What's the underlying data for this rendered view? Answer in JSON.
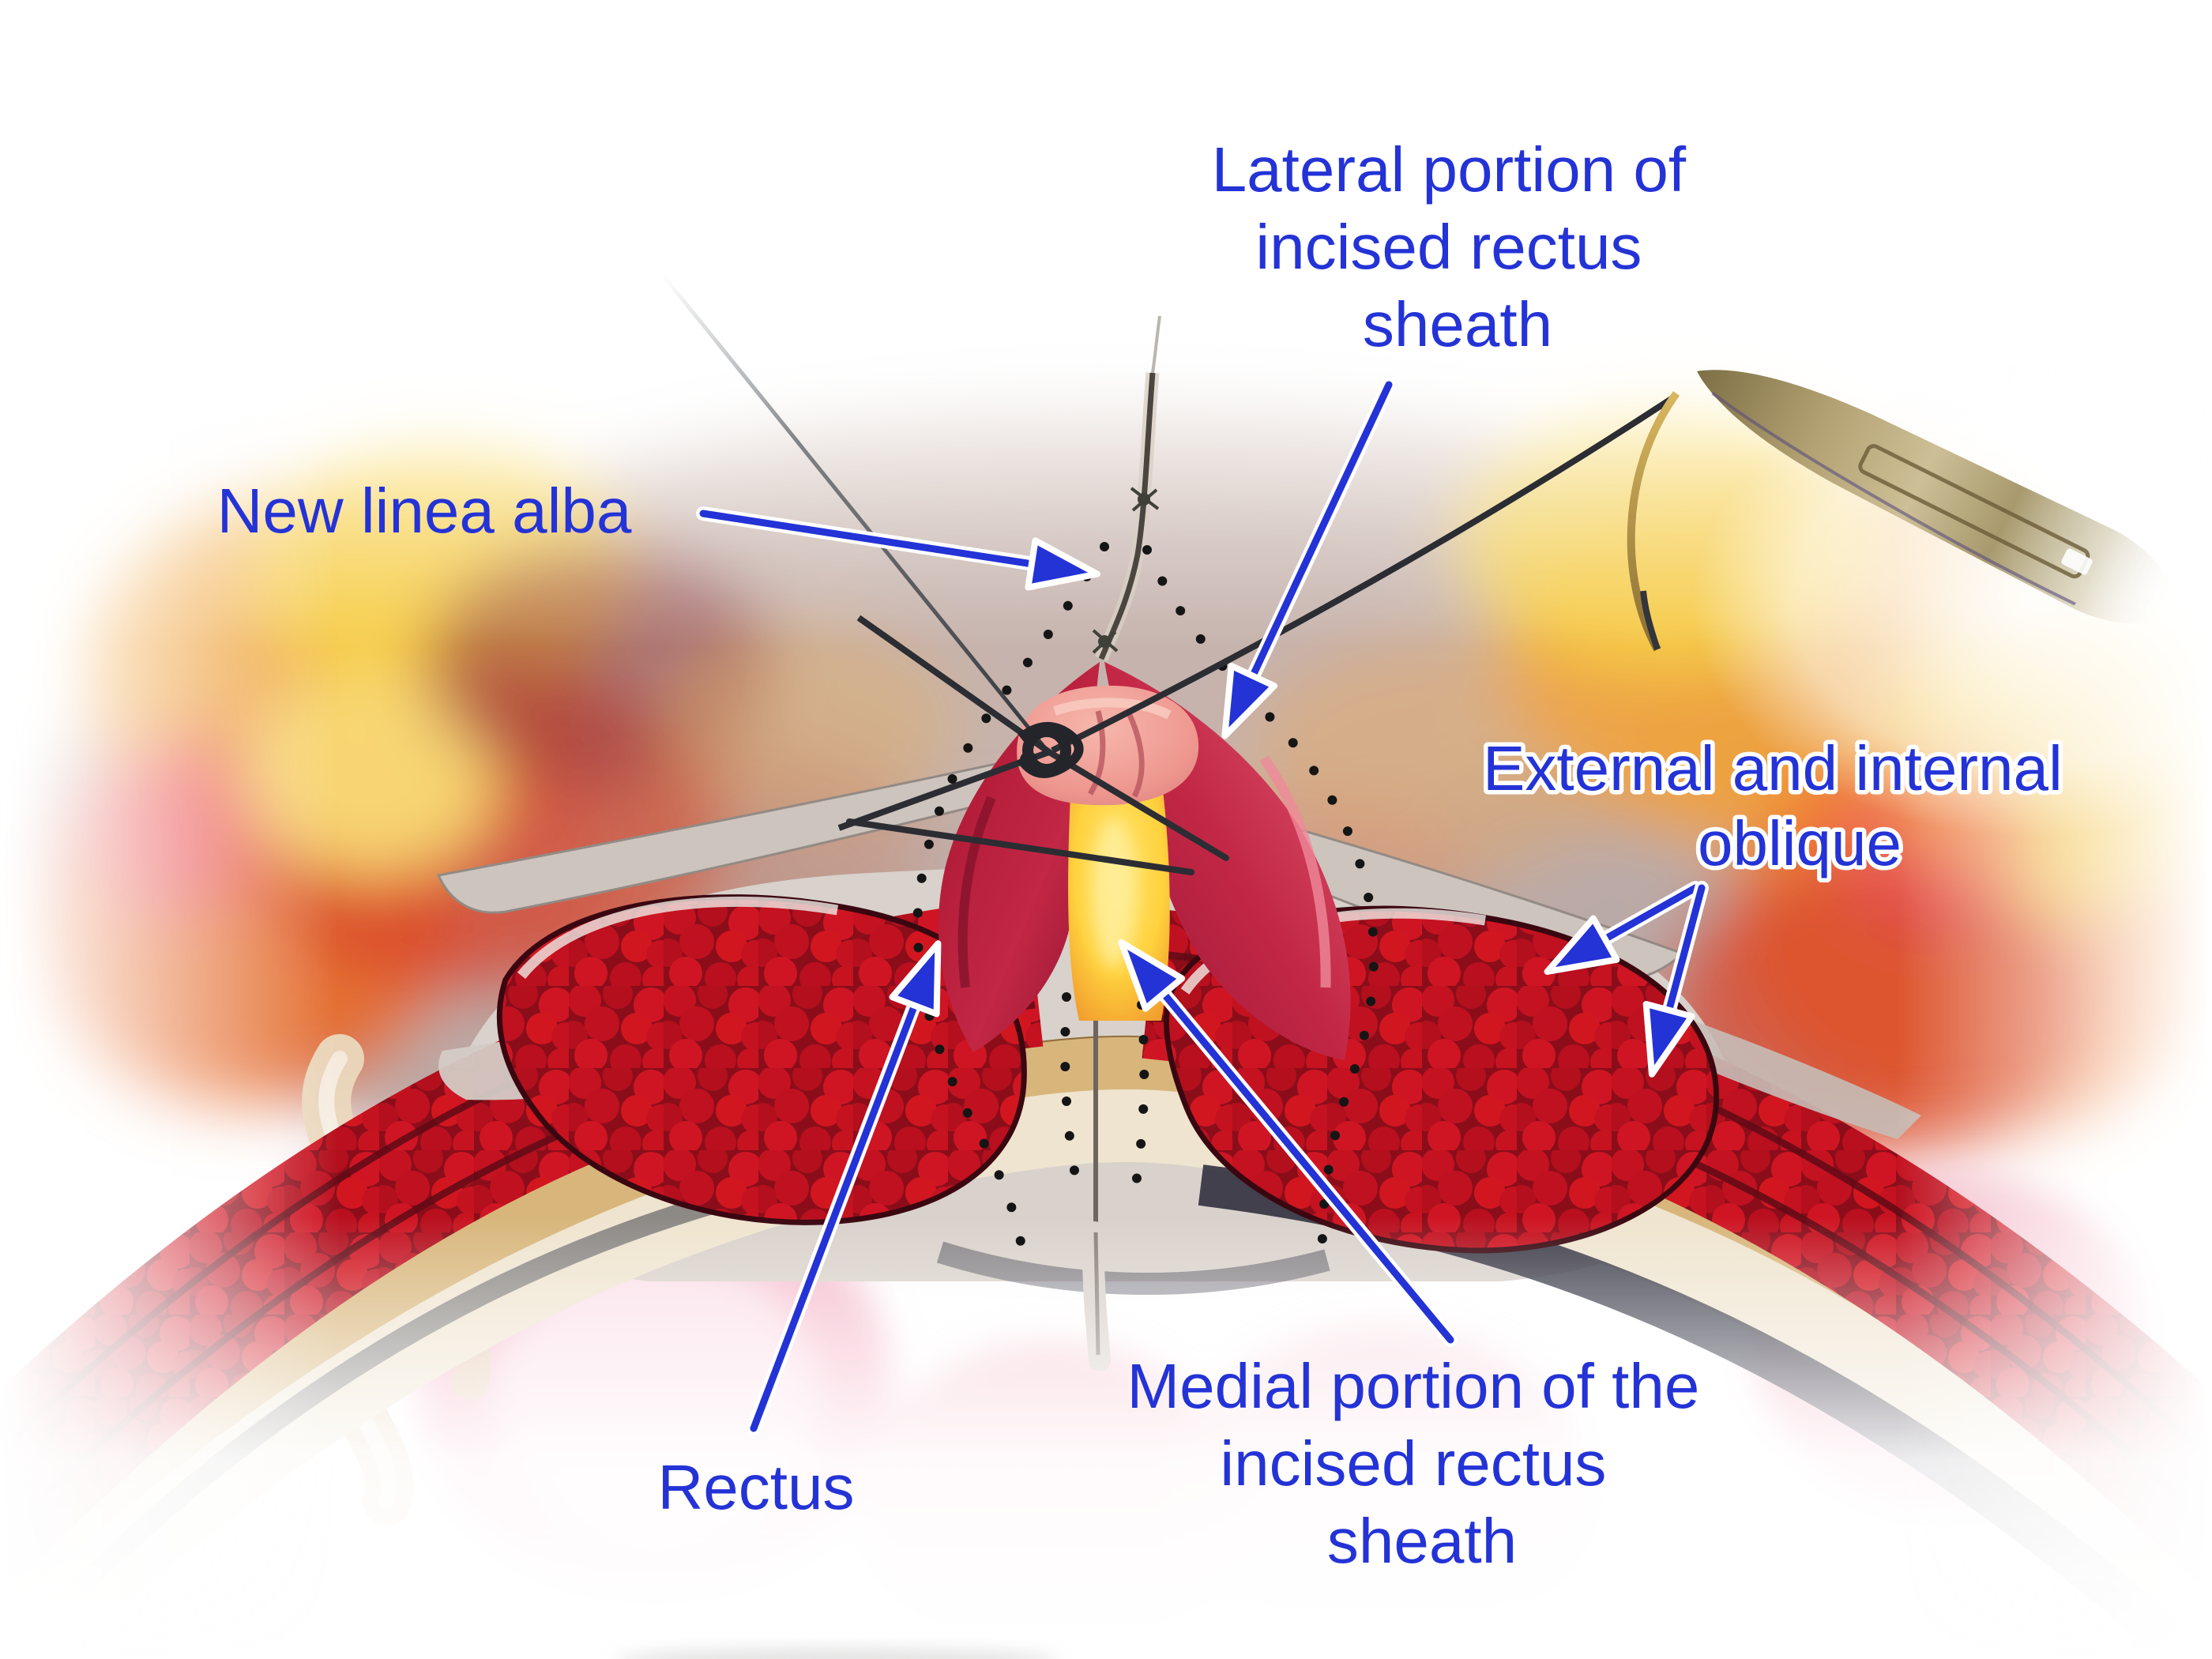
{
  "figure": {
    "type": "medical-illustration",
    "subject": "Abdominal wall reconstruction: incised rectus sheath turned over and sutured to form a new linea alba",
    "labels": {
      "lateral": {
        "lines": [
          "Lateral portion of",
          "incised rectus",
          "sheath"
        ]
      },
      "new_linea_alba": {
        "text": "New linea alba"
      },
      "external_oblique": {
        "lines": [
          "External and internal",
          "oblique"
        ]
      },
      "rectus": {
        "text": "Rectus"
      },
      "medial": {
        "lines": [
          "Medial portion of the",
          "incised rectus",
          "sheath"
        ]
      }
    },
    "colors": {
      "label_blue": "#2433d6",
      "arrow_blue": "#2433d6",
      "suture_black": "#2b2d33",
      "muscle_red": "#8c0d1a",
      "muscle_nodule_red": "#c41220",
      "flap_crimson": "#b62441",
      "fat_yellow": "#ffd84a",
      "sheath_grey": "#cdc4be",
      "fascia_tan": "#d8b67b",
      "peritoneum_cream": "#efe4cf",
      "viscera_pink": "#f6c0d0",
      "everted_roll_pink": "#ef9b93",
      "instrument_gold": "#b3a273",
      "background_tissue": "#b3a19d",
      "fire_orange": "#f0a23c",
      "fire_yellow": "#f7d34a",
      "fire_red": "#d8432b"
    }
  }
}
